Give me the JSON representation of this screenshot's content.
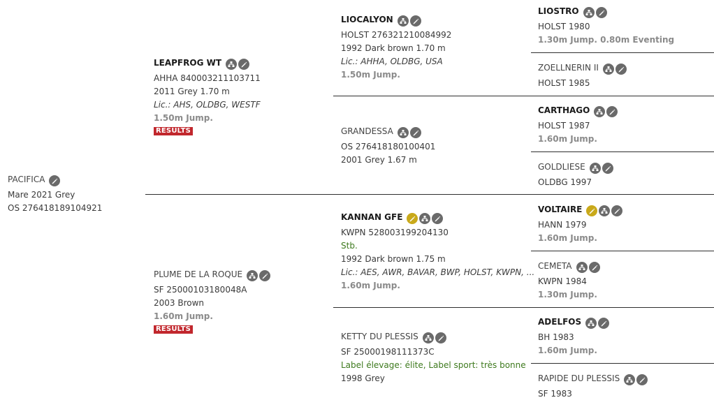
{
  "subject": {
    "name": "PACIFICA",
    "line2": "Mare 2021 Grey",
    "line3": "OS 276418189104921"
  },
  "sire": {
    "name": "LEAPFROG WT",
    "reg": "AHHA 840003211103711",
    "info": "2011 Grey 1.70 m",
    "lic": "Lic.: AHS, OLDBG, WESTF",
    "perf": "1.50m Jump.",
    "results": "RESULTS"
  },
  "dam": {
    "name": "PLUME DE LA ROQUE",
    "reg": "SF 25000103180048A",
    "info": "2003 Brown",
    "perf": "1.60m Jump.",
    "results": "RESULTS"
  },
  "ss": {
    "name": "LIOCALYON",
    "reg": "HOLST 276321210084992",
    "info": "1992 Dark brown 1.70 m",
    "lic": "Lic.: AHHA, OLDBG, USA",
    "perf": "1.50m Jump."
  },
  "sd": {
    "name": "GRANDESSA",
    "reg": "OS 276418180100401",
    "info": "2001 Grey 1.67 m"
  },
  "ds": {
    "name": "KANNAN GFE",
    "reg": "KWPN 528003199204130",
    "extra": "Stb.",
    "info": "1992 Dark brown 1.75 m",
    "lic": "Lic.: AES, AWR, BAVAR, BWP, HOLST, KWPN, ...",
    "perf": "1.60m Jump."
  },
  "dd": {
    "name": "KETTY DU PLESSIS",
    "reg": "SF 25000198111373C",
    "extra": "Label élevage: élite, Label sport: très bonne",
    "info": "1998 Grey"
  },
  "sss": {
    "name": "LIOSTRO",
    "info": "HOLST 1980",
    "perf": "1.30m Jump. 0.80m Eventing"
  },
  "ssd": {
    "name": "ZOELLNERIN II",
    "info": "HOLST 1985"
  },
  "sds": {
    "name": "CARTHAGO",
    "info": "HOLST 1987",
    "perf": "1.60m Jump."
  },
  "sdd": {
    "name": "GOLDLIESE",
    "info": "OLDBG 1997"
  },
  "dss": {
    "name": "VOLTAIRE",
    "info": "HANN 1979",
    "perf": "1.60m Jump."
  },
  "dsd": {
    "name": "CEMETA",
    "info": "KWPN 1984",
    "perf": "1.30m Jump."
  },
  "dds": {
    "name": "ADELFOS",
    "info": "BH 1983",
    "perf": "1.60m Jump."
  },
  "ddd": {
    "name": "RAPIDE DU PLESSIS",
    "info": "SF 1983"
  },
  "icons": {
    "tree": "pedigree-tree-icon",
    "edit": "pencil-edit-icon",
    "gold_edit": "gold-pencil-icon"
  },
  "colors": {
    "results_badge": "#c1272d",
    "gold_icon": "#c9a91a",
    "icon_grey": "#6a6a6a",
    "label_green": "#3e7a1e"
  }
}
